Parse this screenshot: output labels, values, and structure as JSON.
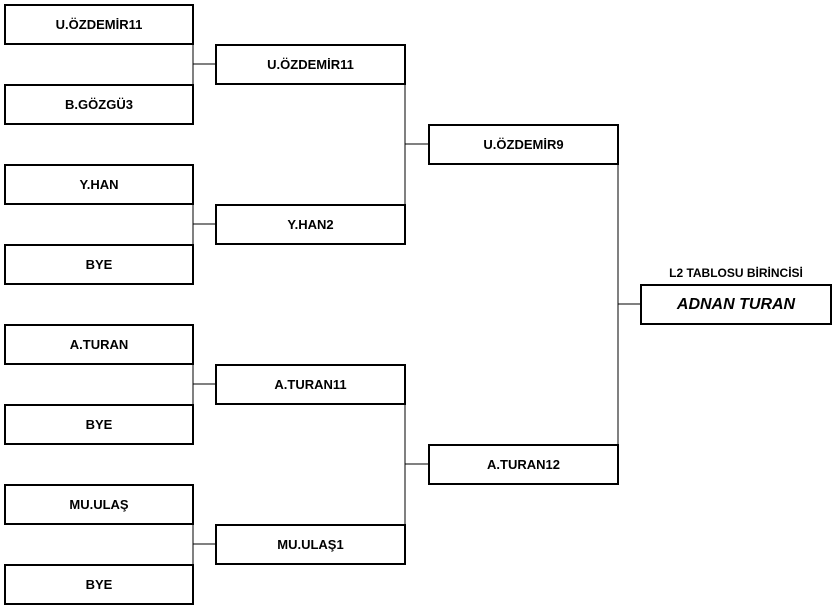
{
  "round1": [
    {
      "name": "U.ÖZDEMİR",
      "score": "11"
    },
    {
      "name": "B.GÖZGÜ",
      "score": "3"
    },
    {
      "name": "Y.HAN",
      "score": ""
    },
    {
      "name": "BYE",
      "score": ""
    },
    {
      "name": "A.TURAN",
      "score": ""
    },
    {
      "name": "BYE",
      "score": ""
    },
    {
      "name": "MU.ULAŞ",
      "score": ""
    },
    {
      "name": "BYE",
      "score": ""
    }
  ],
  "round2": [
    {
      "name": "U.ÖZDEMİR",
      "score": "11"
    },
    {
      "name": "Y.HAN",
      "score": "2"
    },
    {
      "name": "A.TURAN",
      "score": "11"
    },
    {
      "name": "MU.ULAŞ",
      "score": "1"
    }
  ],
  "round3": [
    {
      "name": "U.ÖZDEMİR",
      "score": "9"
    },
    {
      "name": "A.TURAN",
      "score": "12"
    }
  ],
  "champion": {
    "label": "L2 TABLOSU BİRİNCİSİ",
    "name": "ADNAN TURAN"
  }
}
